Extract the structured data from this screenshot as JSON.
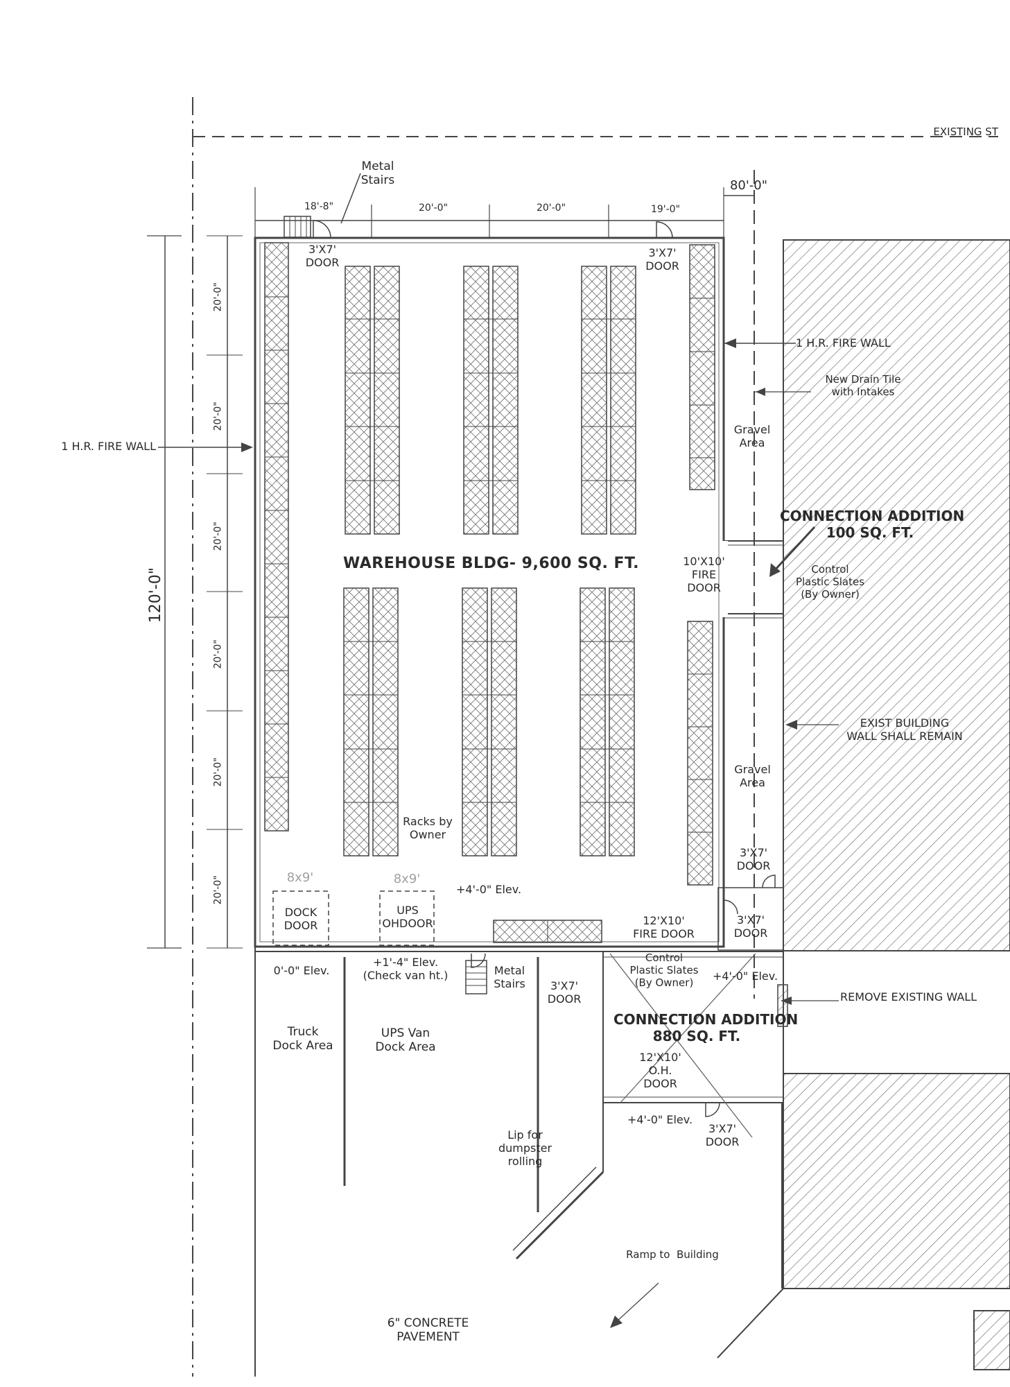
{
  "header": {
    "existing_street": "EXISTING ST"
  },
  "dimensions": {
    "overall_width": "80'-0\"",
    "bay_1": "18'-8\"",
    "bay_2": "20'-0\"",
    "bay_3": "20'-0\"",
    "bay_4": "19'-0\"",
    "overall_length": "120'-0\"",
    "vertical_segments": [
      "20'-0\"",
      "20'-0\"",
      "20'-0\"",
      "20'-0\"",
      "20'-0\"",
      "20'-0\""
    ]
  },
  "labels": {
    "metal_stairs_top": "Metal\nStairs",
    "door_top_left": "3'X7'\nDOOR",
    "door_top_right": "3'X7'\nDOOR",
    "fire_wall_left": "1 H.R. FIRE WALL",
    "fire_wall_right": "1 H.R. FIRE WALL",
    "drain_tile": "New Drain Tile\nwith Intakes",
    "gravel_upper": "Gravel\nArea",
    "gravel_lower": "Gravel\nArea",
    "connection_100": "CONNECTION ADDITION\n100 SQ. FT.",
    "warehouse": "WAREHOUSE BLDG- 9,600 SQ. FT.",
    "fire_door_10": "10'X10'\nFIRE\nDOOR",
    "control_slates_upper": "Control\nPlastic Slates\n(By Owner)",
    "exist_wall": "EXIST BUILDING\nWALL SHALL REMAIN",
    "racks": "Racks by\nOwner",
    "door_gravel": "3'X7'\nDOOR",
    "door_right_mid": "3'X7'\nDOOR",
    "elev_4_inside": "+4'-0\" Elev.",
    "dock_hand_1": "8x9'",
    "dock_hand_2": "8x9'",
    "dock_door": "DOCK\nDOOR",
    "ups_door": "UPS\nOHDOOR",
    "fire_door_12": "12'X10'\nFIRE DOOR",
    "elev_0": "0'-0\" Elev.",
    "elev_1_4": "+1'-4\" Elev.\n(Check van ht.)",
    "metal_stairs_bottom": "Metal\nStairs",
    "door_bottom_mid": "3'X7'\nDOOR",
    "control_slates_lower": "Control\nPlastic Slates\n(By Owner)",
    "elev_4_right": "+4'-0\" Elev.",
    "remove_wall": "REMOVE EXISTING WALL",
    "truck_dock": "Truck\nDock Area",
    "ups_van": "UPS Van\nDock Area",
    "connection_880": "CONNECTION ADDITION\n880 SQ. FT.",
    "oh_door": "12'X10'\nO.H.\nDOOR",
    "elev_4_bottom": "+4'-0\" Elev.",
    "door_bottom_right": "3'X7'\nDOOR",
    "lip": "Lip for\ndumpster\nrolling",
    "ramp": "Ramp to  Building",
    "pavement": "6\" CONCRETE\nPAVEMENT"
  },
  "colors": {
    "line": "#444444",
    "hatch": "#6a6a6a",
    "faint": "#a0a0a0"
  }
}
